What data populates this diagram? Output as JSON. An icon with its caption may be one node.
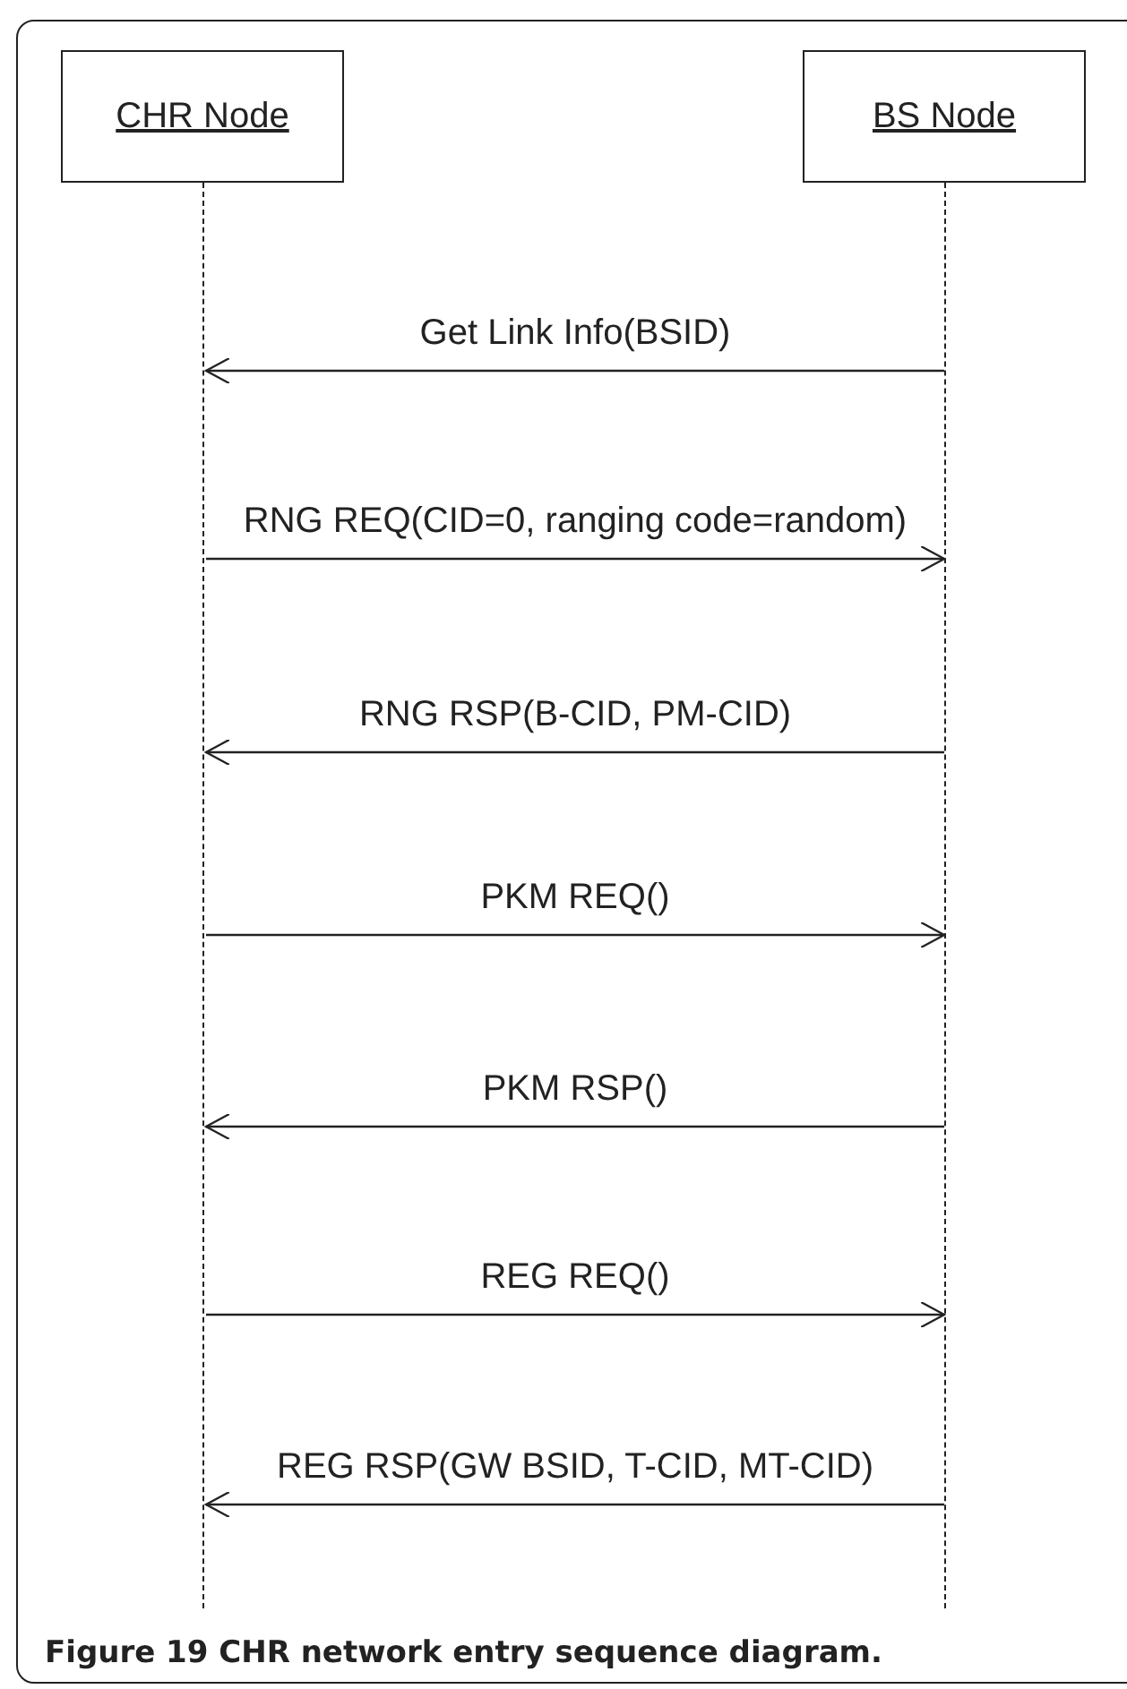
{
  "diagram": {
    "caption": "Figure 19 CHR network entry sequence diagram.",
    "nodes": [
      {
        "text": [
          "CHR Node"
        ]
      },
      {
        "text": [
          "BS Node"
        ]
      },
      {
        "text": [],
        "shape": "line"
      },
      {
        "text": [],
        "shape": "line"
      }
    ],
    "edges": [
      {
        "from": 3,
        "to": 2,
        "arrow": "to",
        "label": "Get Link Info(BSID)"
      },
      {
        "from": 2,
        "to": 3,
        "arrow": "to",
        "label": "RNG REQ(CID=0, ranging code=random)"
      },
      {
        "from": 3,
        "to": 2,
        "arrow": "to",
        "label": "RNG RSP(B-CID, PM-CID)"
      },
      {
        "from": 2,
        "to": 3,
        "arrow": "to",
        "label": "PKM REQ()"
      },
      {
        "from": 3,
        "to": 2,
        "arrow": "to",
        "label": "PKM RSP()"
      },
      {
        "from": 2,
        "to": 3,
        "arrow": "to",
        "label": "REG REQ()"
      },
      {
        "from": 3,
        "to": 2,
        "arrow": "to",
        "label": "REG RSP(GW BSID, T-CID, MT-CID)"
      }
    ]
  }
}
